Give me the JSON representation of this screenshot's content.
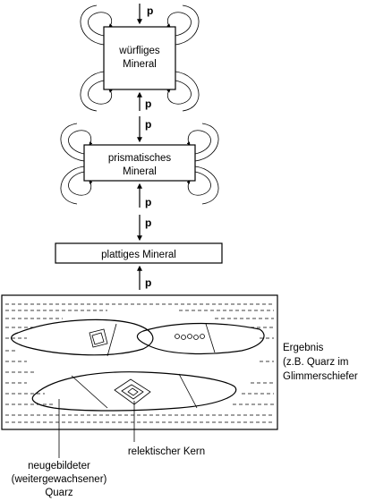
{
  "pressure_label": "p",
  "cubic_mineral": {
    "line1": "würfliges",
    "line2": "Mineral"
  },
  "prismatic_mineral": {
    "line1": "prismatisches",
    "line2": "Mineral"
  },
  "platy_mineral": "plattiges Mineral",
  "result": {
    "line1": "Ergebnis",
    "line2": "(z.B. Quarz im",
    "line3": "Glimmerschiefer"
  },
  "new_quartz": {
    "line1": "neugebildeter",
    "line2": "(weitergewachsener)",
    "line3": "Quarz"
  },
  "relict_core": "relektischer Kern"
}
